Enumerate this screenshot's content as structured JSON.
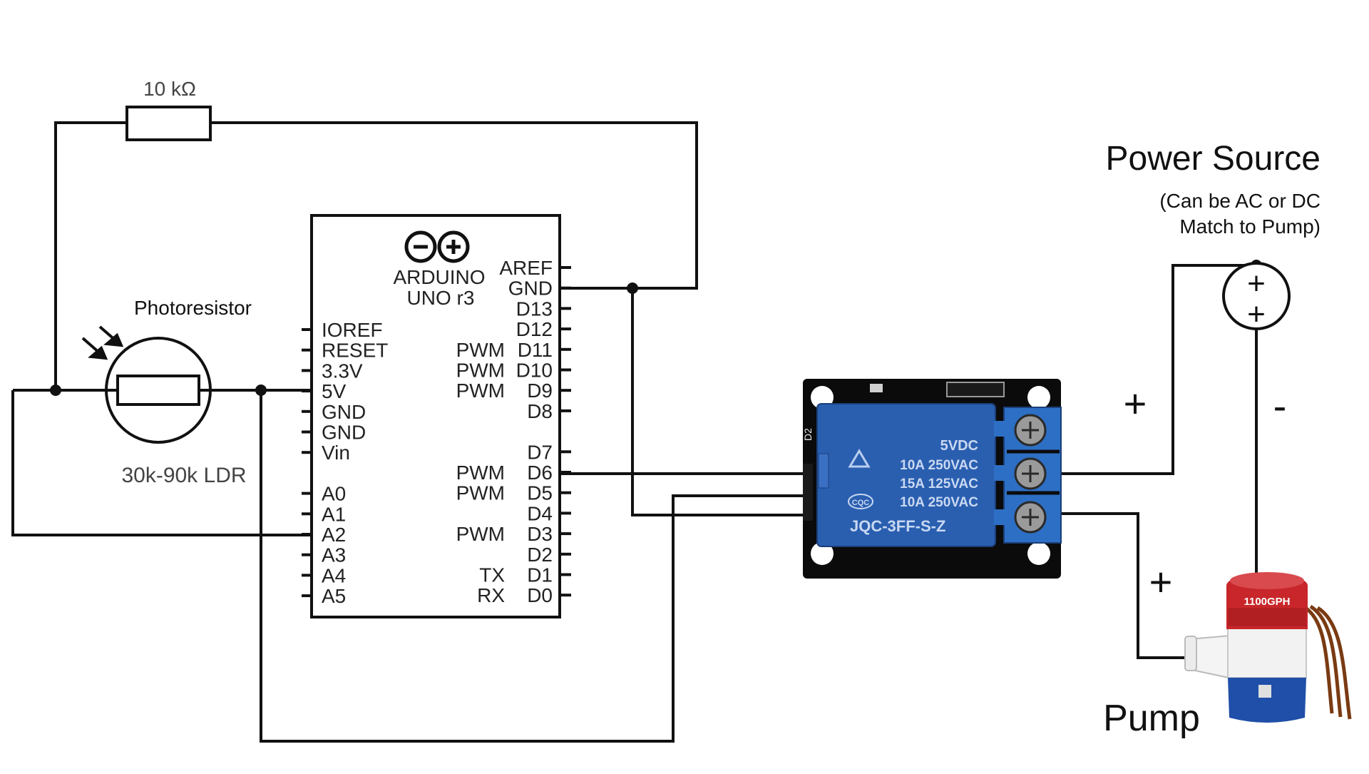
{
  "resistor": {
    "label": "10 kΩ"
  },
  "photoresistor": {
    "title": "Photoresistor",
    "value": "30k-90k LDR"
  },
  "arduino": {
    "logo_minus": "−",
    "logo_plus": "+",
    "name": "ARDUINO",
    "model": "UNO r3",
    "left_pins": [
      "IOREF",
      "RESET",
      "3.3V",
      "5V",
      "GND",
      "GND",
      "Vin",
      "A0",
      "A1",
      "A2",
      "A3",
      "A4",
      "A5"
    ],
    "right_pins": [
      "AREF",
      "GND",
      "D13",
      "D12",
      "D11",
      "D10",
      "D9",
      "D8",
      "D7",
      "D6",
      "D5",
      "D4",
      "D3",
      "D2",
      "D1",
      "D0"
    ],
    "right_pin_prefix": [
      "",
      "",
      "",
      "",
      "PWM",
      "PWM",
      "PWM",
      "",
      "",
      "PWM",
      "PWM",
      "",
      "PWM",
      "",
      "TX",
      "RX"
    ]
  },
  "relay": {
    "specs": [
      "5VDC",
      "10A 250VAC",
      "15A 125VAC",
      "10A 250VAC"
    ],
    "model": "JQC-3FF-S-Z",
    "cqc": "CQC",
    "board_label": "D2",
    "colors": {
      "pcb": "#0b0b0b",
      "body": "#2a5fb0",
      "terminal": "#2d6fc4"
    }
  },
  "power": {
    "title": "Power Source",
    "subtitle_line1": "(Can be AC or DC",
    "subtitle_line2": "Match to Pump)",
    "plus": "+",
    "minus": "+",
    "wire_plus": "+",
    "wire_minus": "-"
  },
  "pump": {
    "label": "Pump",
    "wire_plus": "+",
    "brand": "1100GPH",
    "colors": {
      "cap": "#c8262a",
      "body": "#f2f2f2",
      "base": "#1f4fa8"
    }
  }
}
